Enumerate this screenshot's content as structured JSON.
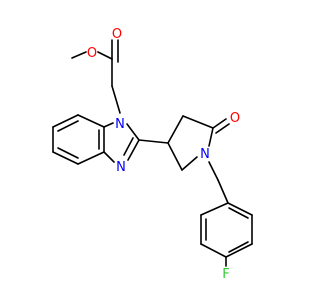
{
  "structure": {
    "atom_labels": {
      "ester_carbonyl_oxygen": "O",
      "ester_ether_oxygen": "O",
      "imidazole_n1": "N",
      "imidazole_n3": "N",
      "lactam_oxygen": "O",
      "pyrrolidine_nitrogen": "N",
      "fluorine": "F"
    },
    "colors": {
      "bond": "#000000",
      "oxygen": "#ff0000",
      "nitrogen": "#0000ff",
      "fluorine": "#33cc33",
      "background": "#ffffff"
    }
  }
}
